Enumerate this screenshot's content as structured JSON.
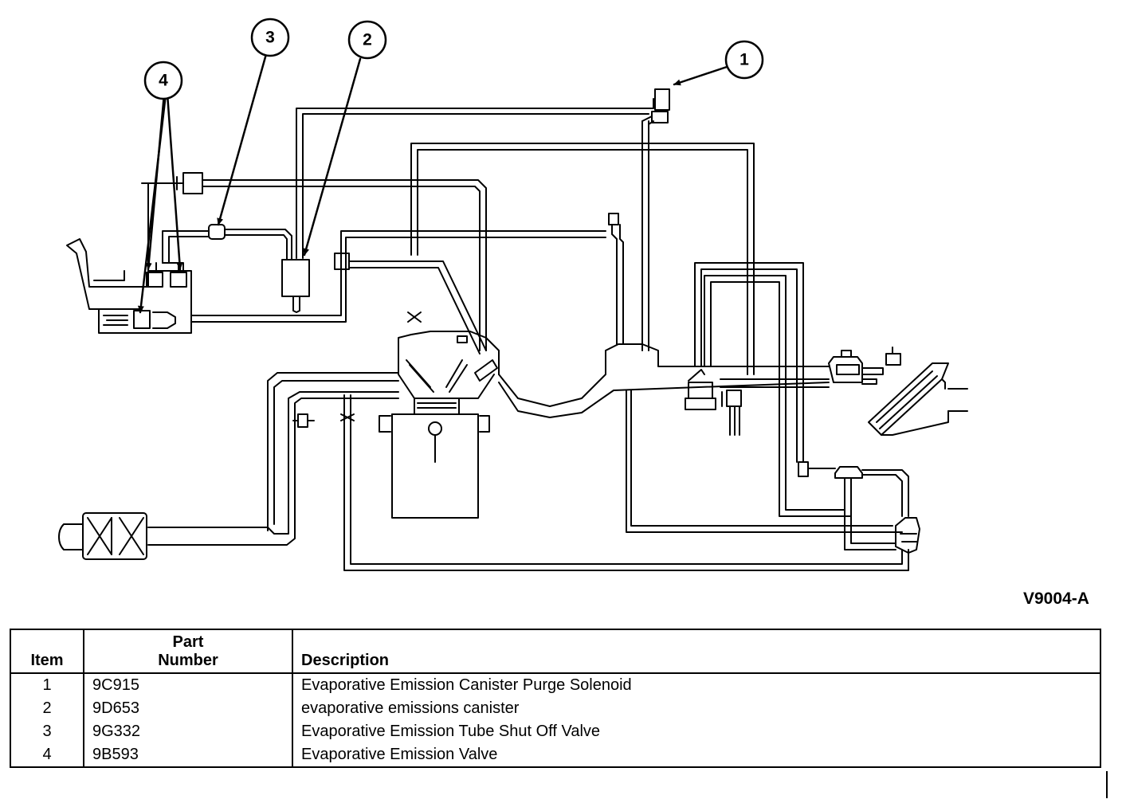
{
  "figure_code": "V9004-A",
  "callouts": [
    {
      "number": "1"
    },
    {
      "number": "2"
    },
    {
      "number": "3"
    },
    {
      "number": "4"
    }
  ],
  "table": {
    "headers": {
      "item": "Item",
      "part_line1": "Part",
      "part_line2": "Number",
      "description": "Description"
    },
    "rows": [
      {
        "item": "1",
        "part": "9C915",
        "description": "Evaporative Emission Canister Purge Solenoid"
      },
      {
        "item": "2",
        "part": "9D653",
        "description": "evaporative emissions canister"
      },
      {
        "item": "3",
        "part": "9G332",
        "description": "Evaporative Emission Tube Shut Off Valve"
      },
      {
        "item": "4",
        "part": "9B593",
        "description": "Evaporative Emission Valve"
      }
    ]
  }
}
